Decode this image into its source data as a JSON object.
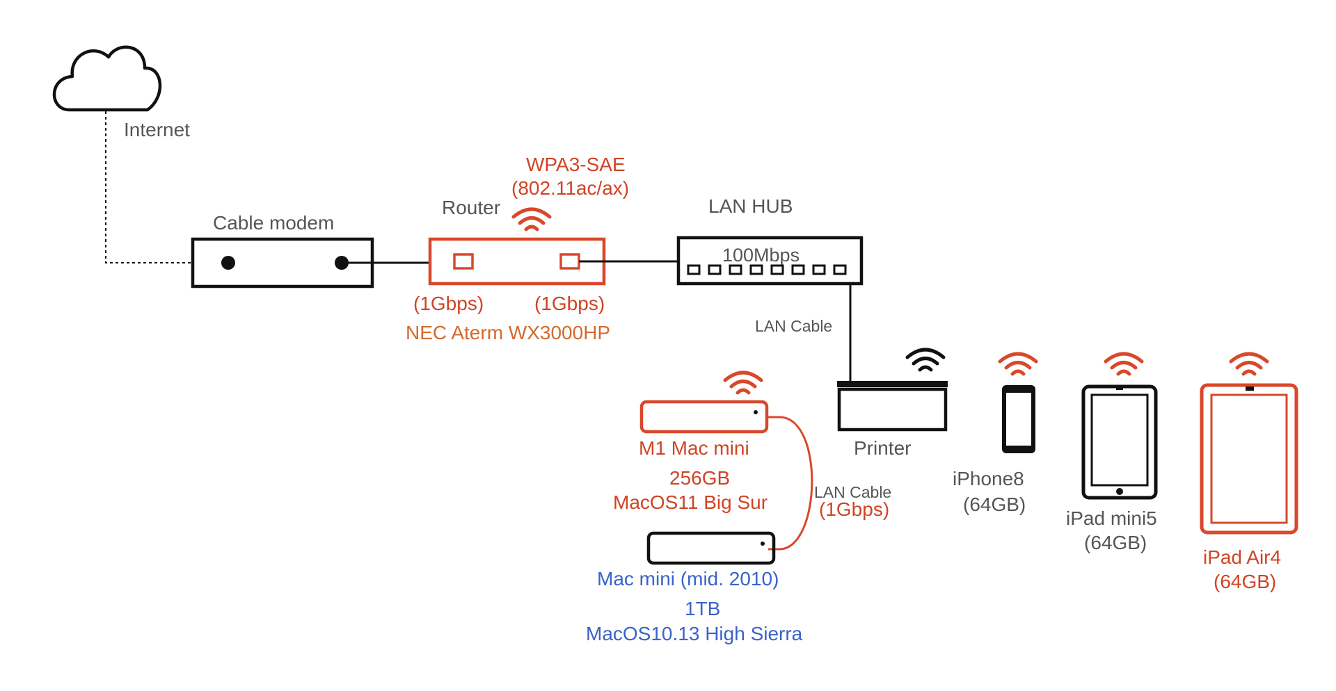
{
  "colors": {
    "black": "#111111",
    "gray_text": "#555555",
    "red": "#d8482a",
    "orange_text": "#d4692c",
    "blue_text": "#3a63c8"
  },
  "labels": {
    "internet": "Internet",
    "wpa": "WPA3-SAE",
    "wifi_standard": "(802.11ac/ax)",
    "router": "Router",
    "lan_hub": "LAN HUB",
    "cable_modem": "Cable modem",
    "hub_speed": "100Mbps",
    "router_port_left_speed": "(1Gbps)",
    "router_port_right_speed": "(1Gbps)",
    "router_model": "NEC Aterm WX3000HP",
    "lan_cable_hub": "LAN Cable",
    "printer": "Printer",
    "lan_cable_mac": "LAN Cable",
    "lan_cable_mac_speed": "(1Gbps)"
  },
  "devices": {
    "m1_mac_mini": {
      "name": "M1 Mac mini",
      "storage": "256GB",
      "os": "MacOS11 Big Sur"
    },
    "mac_mini_2010": {
      "name": "Mac mini (mid. 2010)",
      "storage": "1TB",
      "os": "MacOS10.13 High Sierra"
    },
    "iphone8": {
      "name": "iPhone8",
      "storage": "(64GB)"
    },
    "ipad_mini5": {
      "name": "iPad mini5",
      "storage": "(64GB)"
    },
    "ipad_air4": {
      "name": "iPad Air4",
      "storage": "(64GB)"
    }
  }
}
